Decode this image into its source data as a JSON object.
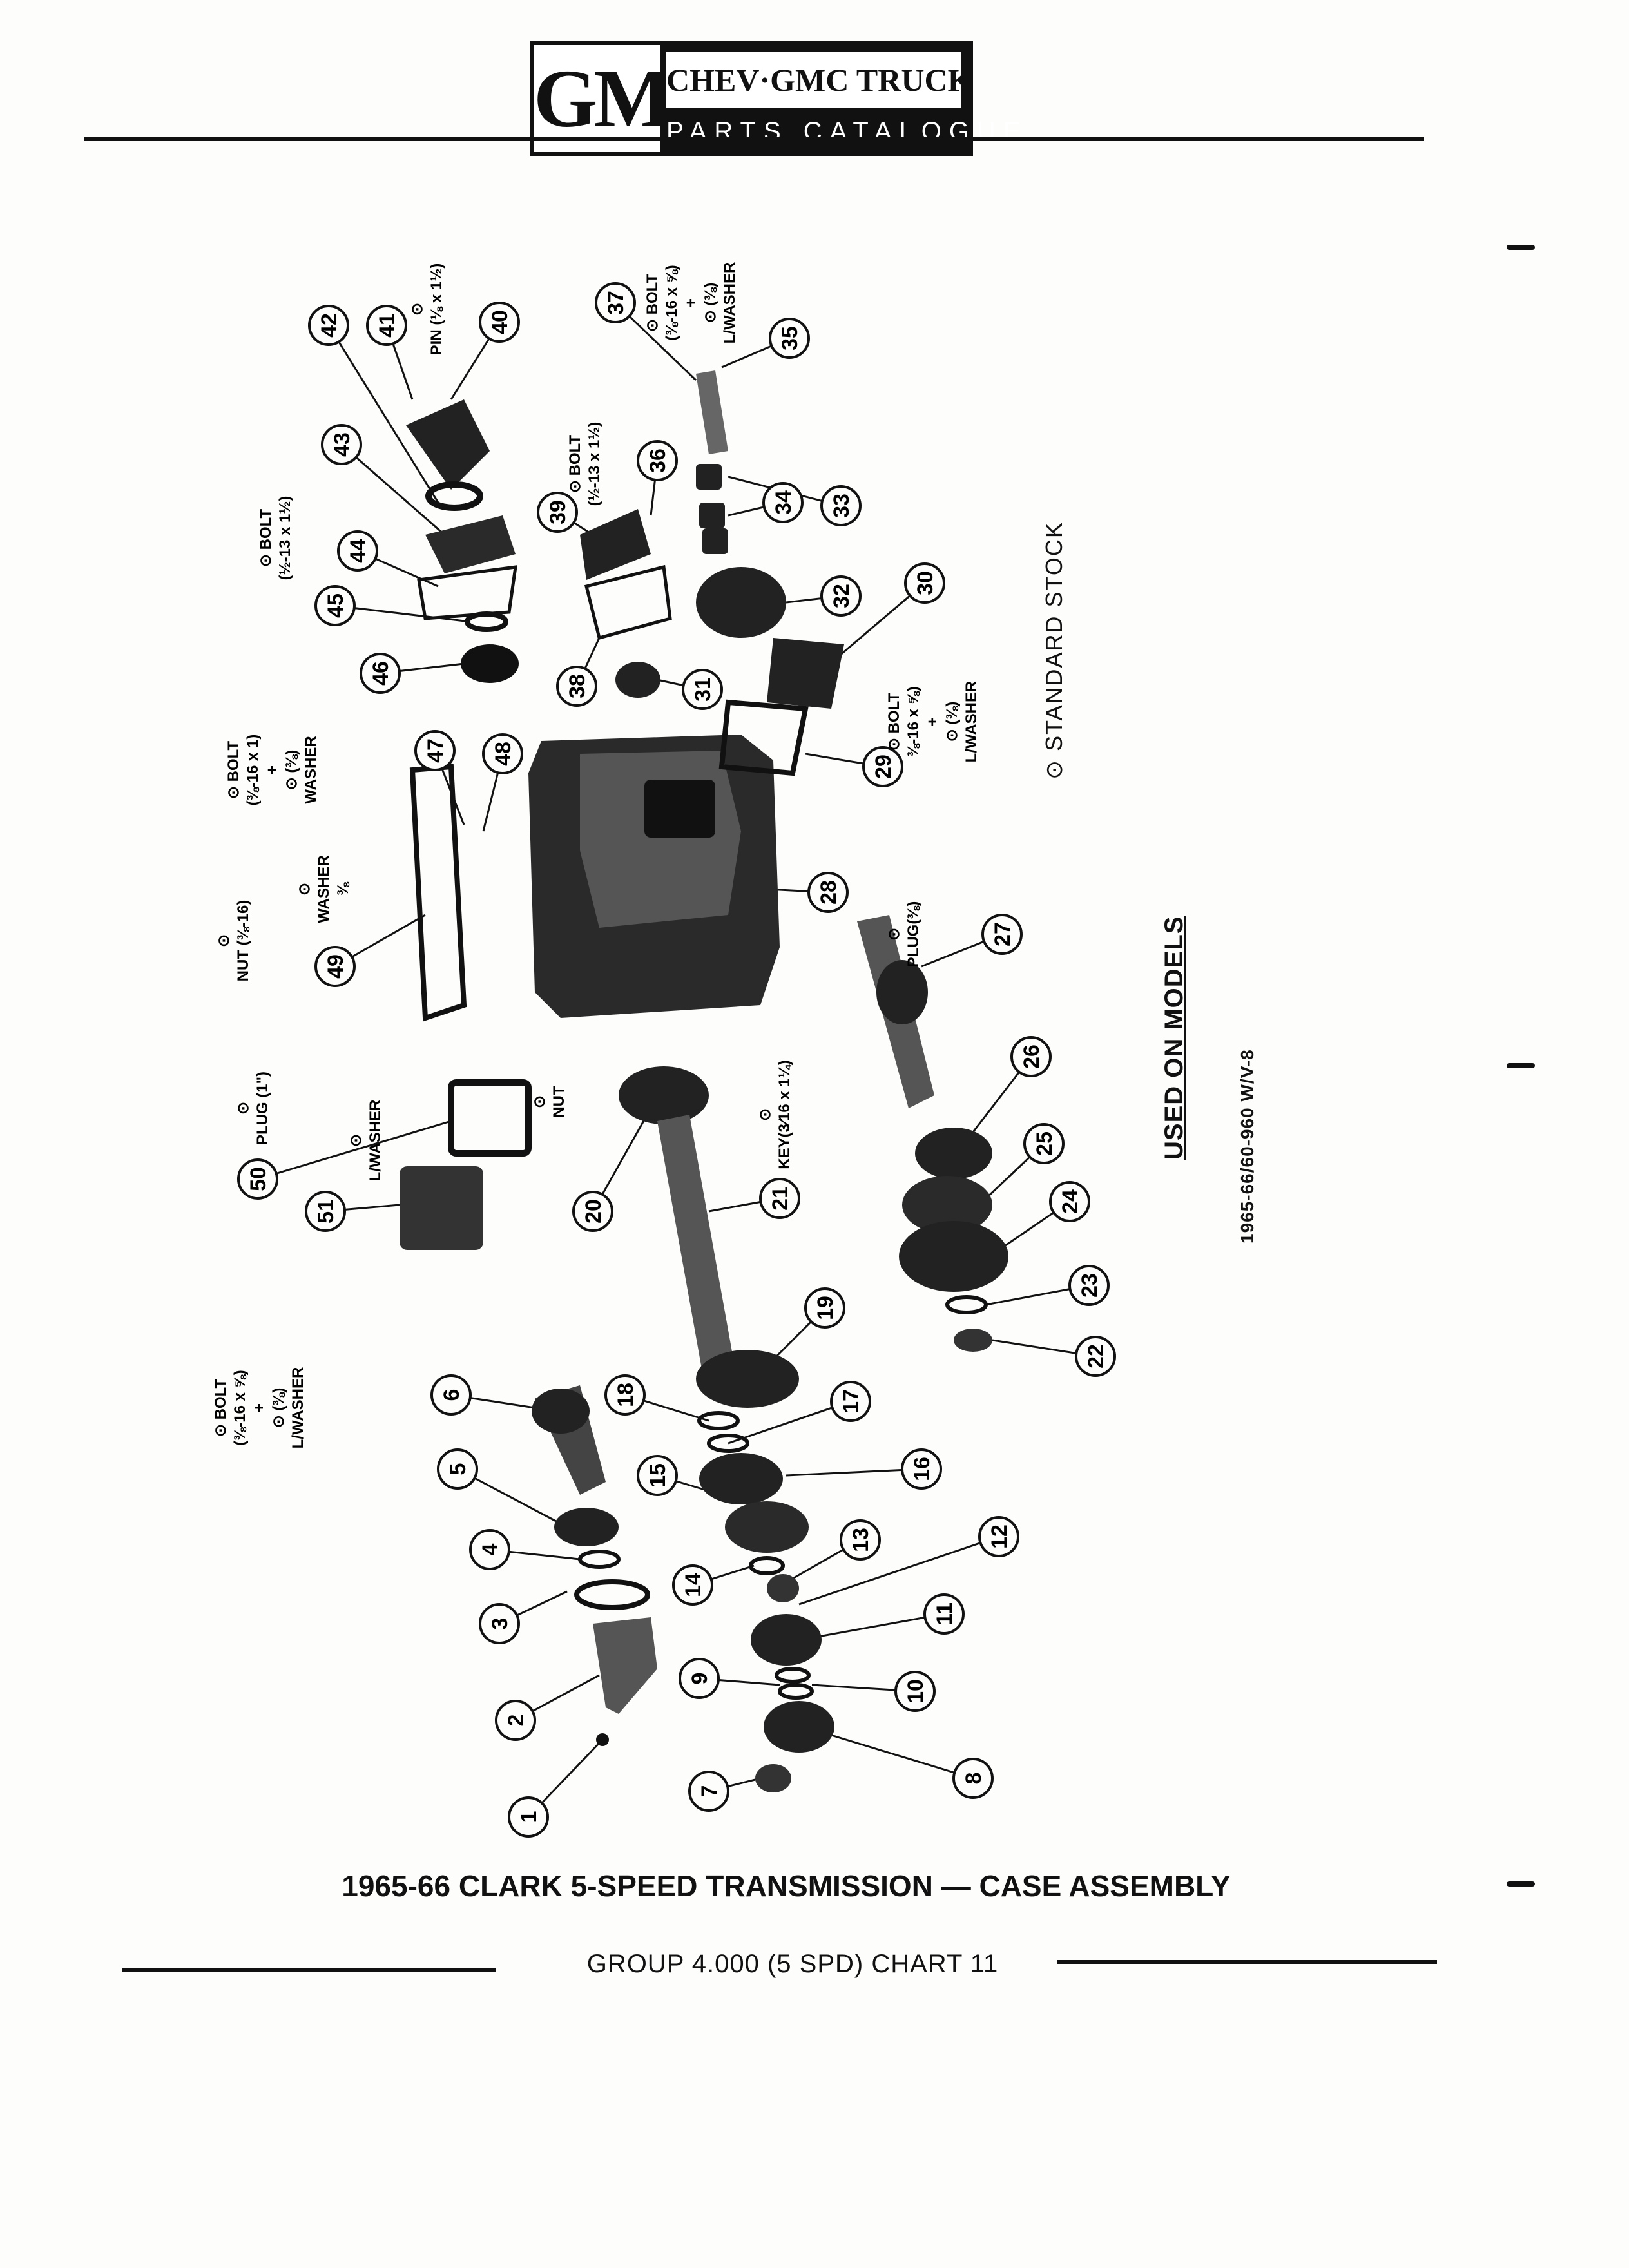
{
  "header": {
    "logo_mark": "GM",
    "logo_line1": "CHEV·GMC TRUCK",
    "logo_line2": "PARTS CATALOGUE"
  },
  "diagram": {
    "title": "1965-66 CLARK 5-SPEED TRANSMISSION — CASE ASSEMBLY",
    "legend": "⊙ STANDARD STOCK",
    "used_on_heading": "USED ON MODELS",
    "models": "1965-66/60-960 W/V-8",
    "callout_numbers": [
      "1",
      "2",
      "3",
      "4",
      "5",
      "6",
      "7",
      "8",
      "9",
      "10",
      "11",
      "12",
      "13",
      "14",
      "15",
      "16",
      "17",
      "18",
      "19",
      "20",
      "21",
      "22",
      "23",
      "24",
      "25",
      "26",
      "27",
      "28",
      "29",
      "30",
      "31",
      "32",
      "33",
      "34",
      "35",
      "36",
      "37",
      "38",
      "39",
      "40",
      "41",
      "42",
      "43",
      "44",
      "45",
      "46",
      "47",
      "48",
      "49",
      "50",
      "51"
    ],
    "standard_parts": {
      "pin_40_41": [
        "⊙",
        "PIN (⅛ x 1½)"
      ],
      "bolt_37": [
        "⊙  BOLT",
        "(⅜-16 x ⅝)",
        "+",
        "⊙  (⅜)",
        "L/WASHER"
      ],
      "bolt_36": [
        "⊙  BOLT",
        "(½-13 x 1½)"
      ],
      "bolt_43": [
        "⊙  BOLT",
        "(½-13 x 1½)"
      ],
      "bolt_30": [
        "⊙  BOLT",
        "⅜-16 x ⅝)",
        "+",
        "⊙  (⅜)",
        "L/WASHER"
      ],
      "bolt_49": [
        "⊙  BOLT",
        "(⅜-16 x 1)",
        "+",
        "⊙  (⅜)",
        "WASHER"
      ],
      "washer_47": [
        "⊙",
        "WASHER",
        "⅜"
      ],
      "nut_49": [
        "⊙",
        "NUT (⅜-16)"
      ],
      "plug_28": [
        "⊙",
        "PLUG(⅜)"
      ],
      "plug_49": [
        "⊙",
        "PLUG (1\")"
      ],
      "lwasher_50": [
        "⊙",
        "L/WASHER"
      ],
      "nut_50": [
        "⊙",
        "NUT"
      ],
      "key_27": [
        "⊙",
        "KEY(3⁄16 x 1¼)"
      ],
      "bolt_51": [
        "⊙  BOLT",
        "(⅜-16 x ⅝)",
        "+",
        "⊙  (⅜)",
        "L/WASHER"
      ]
    }
  },
  "footer": {
    "group_chart": "GROUP 4.000 (5 SPD) CHART  11"
  }
}
